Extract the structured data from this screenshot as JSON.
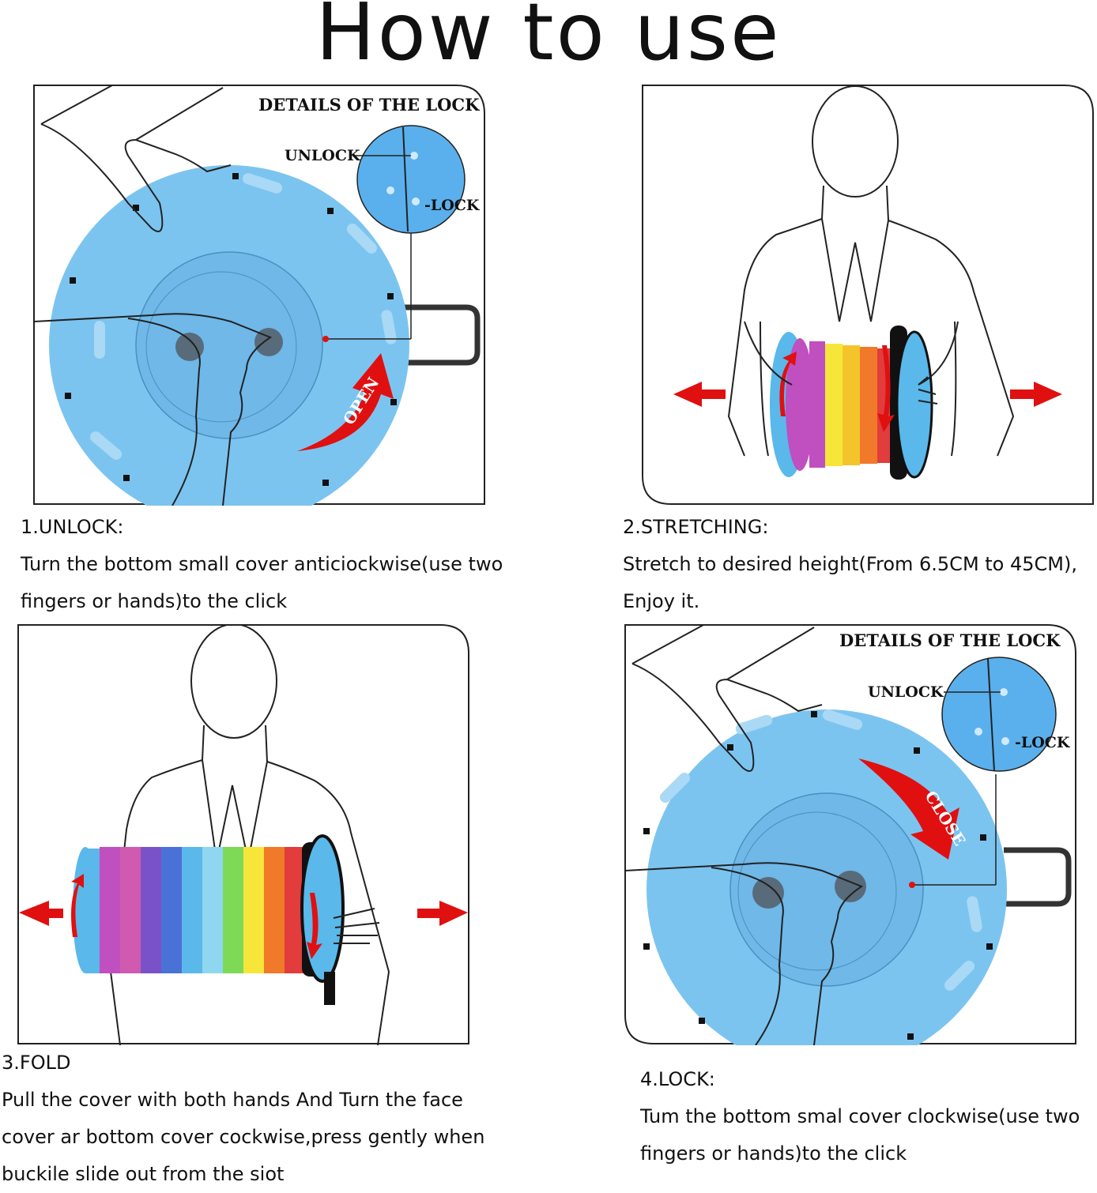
{
  "page": {
    "title": "How to use"
  },
  "steps": [
    {
      "heading": "1.UNLOCK:",
      "lines": [
        "Turn the bottom small cover anticiockwise(use two",
        "fingers or hands)to the click"
      ]
    },
    {
      "heading": "2.STRETCHING:",
      "lines": [
        "Stretch to desired height(From 6.5CM to 45CM),",
        "Enjoy it."
      ]
    },
    {
      "heading": "3.FOLD",
      "lines": [
        "Pull the cover with both hands And Turn the face",
        "cover ar bottom cover cockwise,press gently when",
        "buckile slide out from the siot"
      ]
    },
    {
      "heading": "4.LOCK:",
      "lines": [
        "Tum the bottom smal cover clockwise(use two",
        "fingers or hands)to the click"
      ]
    }
  ],
  "lock_details": {
    "title": "DETAILS OF THE LOCK",
    "unlock_label": "UNLOCK",
    "lock_label": "-LOCK",
    "open_label": "OPEN",
    "close_label": "CLOSE"
  },
  "colors": {
    "cover_blue": "#7cc4f0",
    "cover_blue_dark": "#5aaee4",
    "arrow_red": "#e01010",
    "rainbow": [
      "#e23c3c",
      "#f07a2a",
      "#f4c52a",
      "#f7e63a",
      "#7ed957",
      "#55c1a0",
      "#5ab8ea",
      "#4a72d6",
      "#7a52c8",
      "#c04fc0"
    ]
  }
}
